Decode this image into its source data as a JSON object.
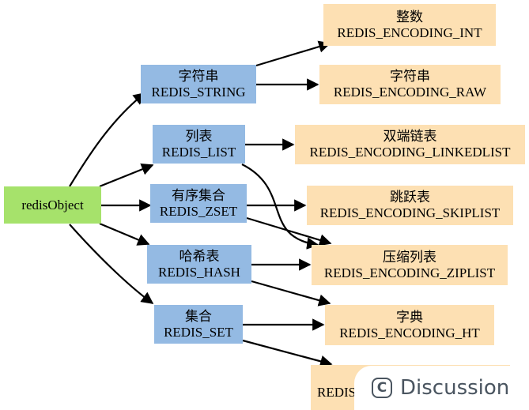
{
  "root": {
    "label": "redisObject"
  },
  "types": [
    {
      "zh": "字符串",
      "en": "REDIS_STRING"
    },
    {
      "zh": "列表",
      "en": "REDIS_LIST"
    },
    {
      "zh": "有序集合",
      "en": "REDIS_ZSET"
    },
    {
      "zh": "哈希表",
      "en": "REDIS_HASH"
    },
    {
      "zh": "集合",
      "en": "REDIS_SET"
    }
  ],
  "encodings": [
    {
      "zh": "整数",
      "en": "REDIS_ENCODING_INT"
    },
    {
      "zh": "字符串",
      "en": "REDIS_ENCODING_RAW"
    },
    {
      "zh": "双端链表",
      "en": "REDIS_ENCODING_LINKEDLIST"
    },
    {
      "zh": "跳跃表",
      "en": "REDIS_ENCODING_SKIPLIST"
    },
    {
      "zh": "压缩列表",
      "en": "REDIS_ENCODING_ZIPLIST"
    },
    {
      "zh": "字典",
      "en": "REDIS_ENCODING_HT"
    },
    {
      "zh": "",
      "en": "REDIS"
    }
  ],
  "colors": {
    "root": "#a6e26b",
    "type": "#94bae3",
    "encoding": "#fde0b3",
    "edge": "#000000"
  },
  "watermark": {
    "icon": "copyright-c-icon",
    "glyph": "C",
    "text": "Discussion"
  }
}
